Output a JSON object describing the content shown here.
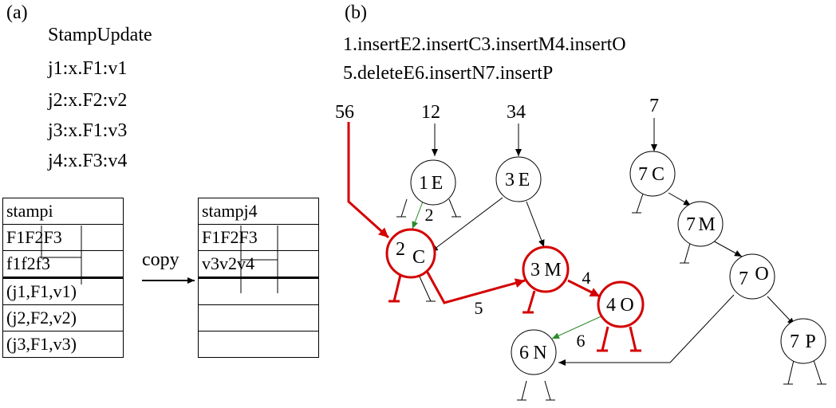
{
  "panel_a": {
    "label": "(a)",
    "title": "StampUpdate",
    "jobs": [
      "j1:x.F1:v1",
      "j2:x.F2:v2",
      "j3:x.F1:v3",
      "j4:x.F3:v4"
    ],
    "stamp_i": {
      "header": "stampi",
      "fields": "F1F2F3",
      "values": "f1f2f3",
      "log": [
        "(j1,F1,v1)",
        "(j2,F2,v2)",
        "(j3,F1,v3)"
      ]
    },
    "copy_label": "copy",
    "stamp_j4": {
      "header": "stampj4",
      "fields": "F1F2F3",
      "values": "v3v2v4"
    }
  },
  "panel_b": {
    "label": "(b)",
    "ops_line1": "1.insertE2.insertC3.insertM4.insertO",
    "ops_line2": "5.deleteE6.insertN7.insertP",
    "roots": {
      "r56": "56",
      "r12": "12",
      "r34": "34",
      "r7": "7"
    },
    "nodes": {
      "n1E": {
        "num": "1",
        "key": "E"
      },
      "n3E": {
        "num": "3",
        "key": "E"
      },
      "n2C": {
        "num": "2",
        "key": "C"
      },
      "n3M": {
        "num": "3",
        "key": "M"
      },
      "n4O": {
        "num": "4",
        "key": "O"
      },
      "n6N": {
        "num": "6",
        "key": "N"
      },
      "n7C": {
        "num": "7",
        "key": "C"
      },
      "n7M": {
        "num": "7",
        "key": "M"
      },
      "n7O": {
        "num": "7",
        "key": "O"
      },
      "n7P": {
        "num": "7",
        "key": "P"
      }
    },
    "edge_labels": {
      "e2": "2",
      "e4": "4",
      "e5": "5",
      "e6": "6"
    },
    "colors": {
      "highlight": "#d40000",
      "green": "#2a8a2a",
      "black": "#000000"
    }
  }
}
